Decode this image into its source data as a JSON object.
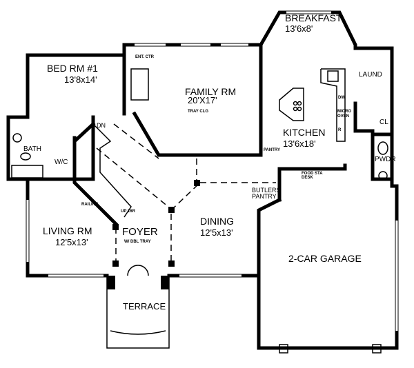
{
  "rooms": {
    "breakfast": {
      "name": "BREAKFAST",
      "size": "13'6x8'"
    },
    "bedroom1": {
      "name": "BED RM #1",
      "size": "13'8x14'"
    },
    "family": {
      "name": "FAMILY RM",
      "size": "20'X17'",
      "note": "TRAY CLG"
    },
    "kitchen": {
      "name": "KITCHEN",
      "size": "13'6x18'"
    },
    "living": {
      "name": "LIVING RM",
      "size": "12'5x13'"
    },
    "foyer": {
      "name": "FOYER",
      "note": "W/ DBL TRAY"
    },
    "dining": {
      "name": "DINING",
      "size": "12'5x13'"
    },
    "garage": {
      "name": "2-CAR GARAGE"
    },
    "terrace": {
      "name": "TERRACE"
    },
    "bath": {
      "name": "BATH"
    },
    "wic": {
      "name": "W/C"
    },
    "laundry": {
      "name": "LAUND"
    },
    "closet": {
      "name": "CL"
    },
    "powder": {
      "name": "PWDR"
    },
    "butlers_pantry": {
      "name1": "BUTLERS",
      "name2": "PANTRY"
    },
    "pantry": {
      "name": "PANTRY"
    }
  },
  "fixtures": {
    "ent_ctr": "ENT. CTR",
    "down": "DN",
    "railing": "RAILING",
    "up": "UP 16R",
    "dw": "DW",
    "micro": "MICRO",
    "oven": "OVEN",
    "fridge": "R",
    "desk1": "FOOD STA",
    "desk2": "DESK"
  }
}
